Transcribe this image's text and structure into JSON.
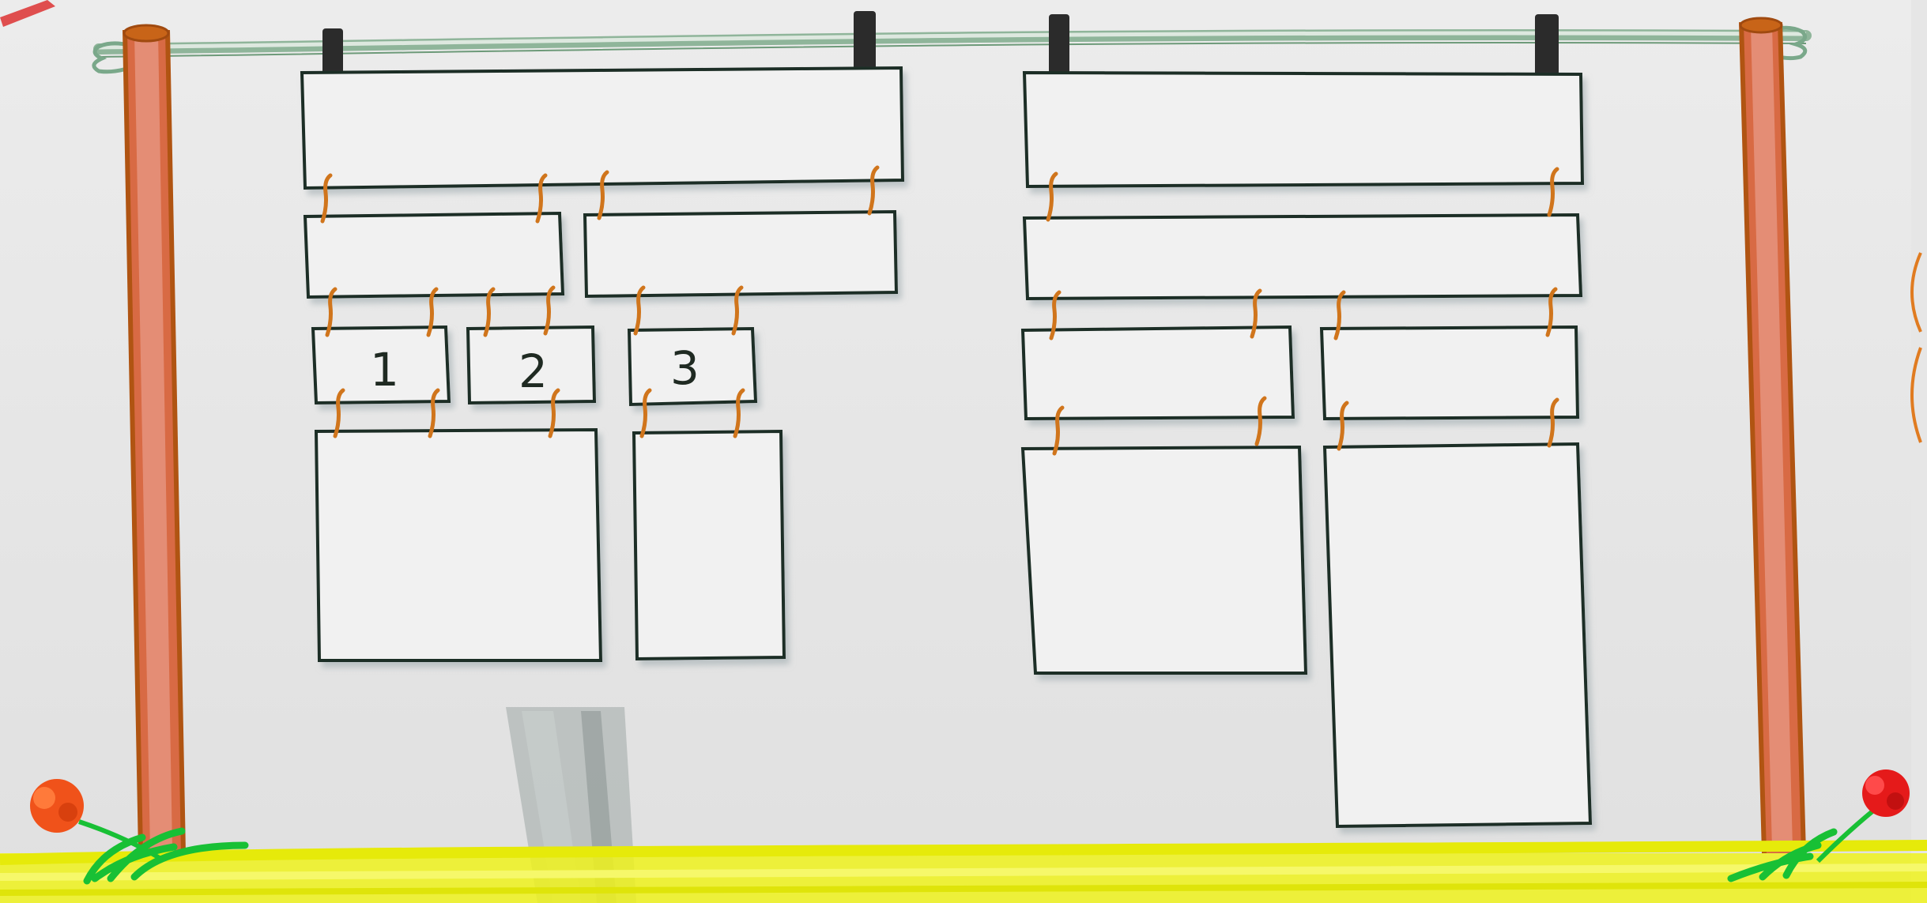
{
  "colors": {
    "paper": "#ebebeb",
    "card_fill": "#f1f1f1",
    "card_stroke": "#1f2d25",
    "pole": "#b85a18",
    "pole_highlight": "#e08a72",
    "rope": "#a8c4ad",
    "clip": "#2b2b2b",
    "hook": "#d0751c",
    "grass_yellow": "#eef21c",
    "leaf_green": "#18c035",
    "flower_left": "#f0521a",
    "flower_right": "#e51a1a",
    "stand": "#9ea8a6"
  },
  "labels": {
    "box1": "1",
    "box2": "2",
    "box3": "3"
  }
}
